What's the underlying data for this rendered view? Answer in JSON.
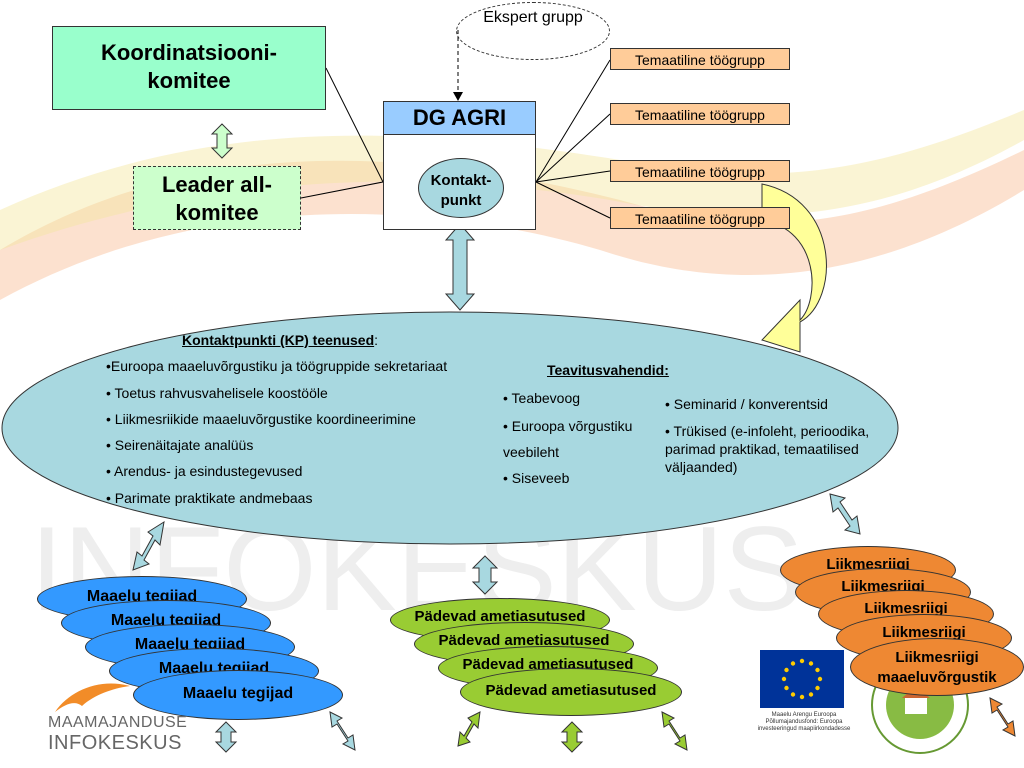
{
  "koordinatsiooni": "Koordinatsiooni-komitee",
  "koordinatsiooni_l1": "Koordinatsiooni-",
  "koordinatsiooni_l2": "komitee",
  "leader_l1": "Leader all-",
  "leader_l2": "komitee",
  "ekspert": "Ekspert grupp",
  "dg": "DG AGRI",
  "kontakt_l1": "Kontakt-",
  "kontakt_l2": "punkt",
  "temaatiline": [
    "Temaatiline töögrupp",
    "Temaatiline töögrupp",
    "Temaatiline töögrupp",
    "Temaatiline töögrupp"
  ],
  "kp": {
    "heading": "Kontaktpunkti (KP) teenused",
    "heading_suffix": ":",
    "items": [
      "•Euroopa maaeluvõrgustiku ja töögruppide sekretariaat",
      "• Toetus rahvusvahelisele koostööle",
      "• Liikmesriikide maaeluvõrgustike koordineerimine",
      "• Seirenäitajate analüüs",
      "• Arendus- ja esindustegevused",
      "• Parimate praktikate andmebaas"
    ]
  },
  "teavitus": {
    "heading": "Teavitusvahendid:",
    "col1": [
      "• Teabevoog",
      "•  Euroopa võrgustiku",
      "veebileht",
      "• Siseveeb"
    ],
    "col2": [
      "• Seminarid / konverentsid",
      "• Trükised (e-infoleht, perioodika,",
      "parimad praktikad, temaatilised",
      "väljaanded)"
    ]
  },
  "maaelu_tegijad": [
    "Maaelu tegijad",
    "Maaelu tegijad",
    "Maaelu tegijad",
    "Maaelu tegijad",
    "Maaelu tegijad"
  ],
  "padevad": [
    "Pädevad ametiasutused",
    "Pädevad ametiasutused",
    "Pädevad ametiasutused",
    "Pädevad ametiasutused"
  ],
  "liikmesriigi": [
    "Liikmesriigi",
    "Liikmesriigi",
    "Liikmesriigi",
    "Liikmesriigi"
  ],
  "liikmesriigi_last_l1": "Liikmesriigi",
  "liikmesriigi_last_l2": "maaeluvõrgustik",
  "logo_l1": "MAAMAJANDUSE",
  "logo_l2": "INFOKESKUS",
  "eu_caption": "Maaelu Arengu Euroopa Põllumajandusfond: Euroopa investeeringud maapiirkondadesse",
  "colors": {
    "koordinatsiooni": "#99ffcc",
    "leader": "#ccffcc",
    "dg_header": "#99ccff",
    "temaatiline": "#ffcc99",
    "kp_ellipse": "#a8d8e0",
    "maaelu": "#3399ff",
    "padevad": "#99cc33",
    "liikmesriigi": "#ee8833"
  }
}
